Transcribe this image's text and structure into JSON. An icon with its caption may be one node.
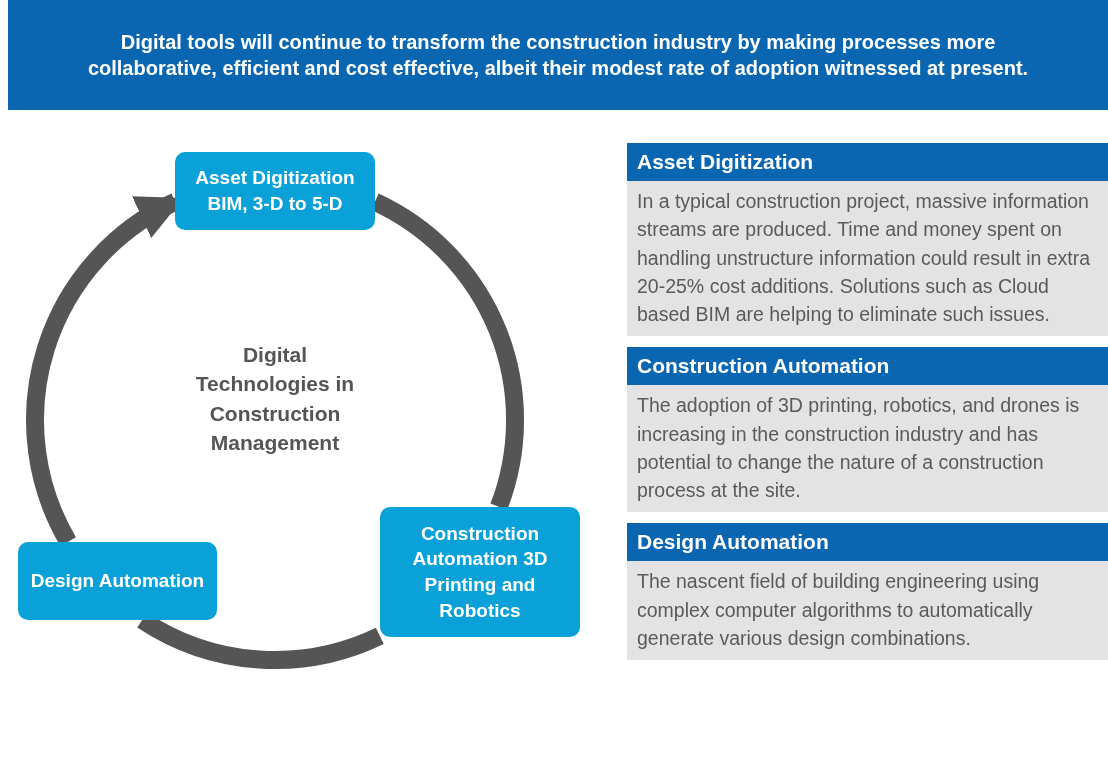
{
  "diagram": {
    "title": "Digital tools will continue to transform the construction industry by making processes more collaborative, efficient and cost effective, albeit their modest rate of adoption witnessed at present.",
    "nodes": [
      {
        "text": [
          "Asset Digitization BIM, 3-D to 5-D"
        ]
      },
      {
        "text": [
          "Construction Automation 3D Printing and Robotics"
        ]
      },
      {
        "text": [
          "Design Automation"
        ]
      },
      {
        "text": [
          "Asset Digitization",
          "In a typical construction project, massive information streams are produced. Time and money spent on handling unstructure information could result in extra 20-25% cost additions. Solutions such as Cloud based BIM are helping to eliminate such issues."
        ]
      },
      {
        "text": [
          "Construction Automation",
          "The adoption of 3D printing, robotics, and drones is increasing in the construction industry and has potential to change the nature of a construction process at the site."
        ]
      },
      {
        "text": [
          "Design Automation",
          "The nascent field of building engineering using complex computer algorithms to automatically generate various design combinations."
        ]
      }
    ],
    "edges": [
      {
        "from": 0,
        "to": 1,
        "arrow": "none"
      },
      {
        "from": 1,
        "to": 2,
        "arrow": "none"
      },
      {
        "from": 2,
        "to": 0,
        "arrow": "to"
      }
    ],
    "labels": [
      "Digital Technologies in Construction Management"
    ]
  }
}
